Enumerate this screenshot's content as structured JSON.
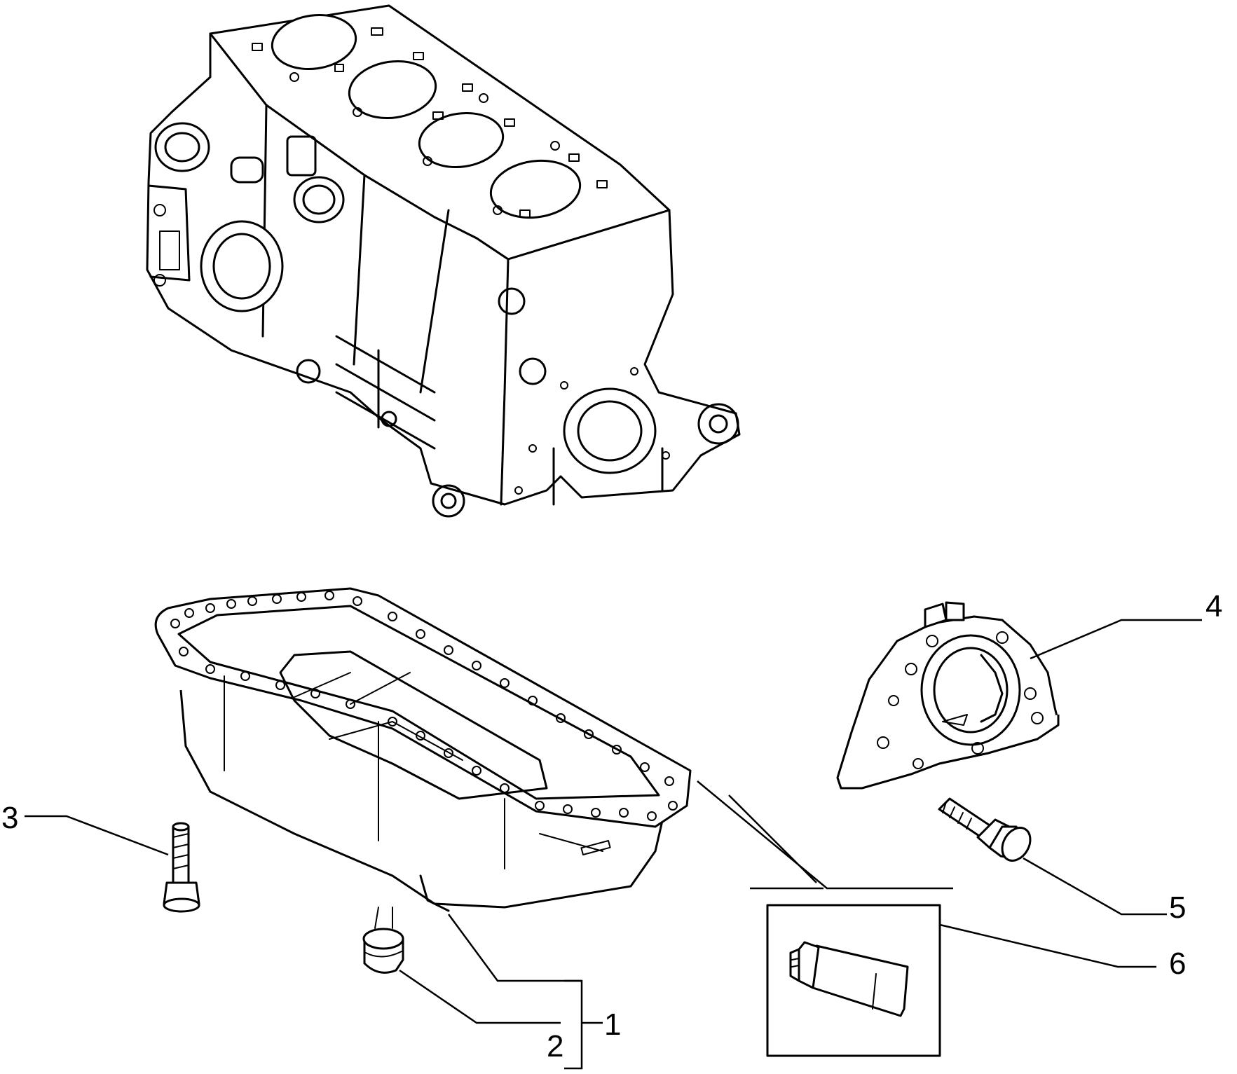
{
  "diagram": {
    "parts": [
      {
        "id": "engine-block"
      },
      {
        "id": "oil-sump"
      },
      {
        "id": "drain-plug"
      },
      {
        "id": "sump-bolt"
      },
      {
        "id": "rear-seal-cover"
      },
      {
        "id": "cover-bolt"
      },
      {
        "id": "sealant-tube"
      }
    ],
    "callouts": [
      {
        "key": "c1",
        "label": "1"
      },
      {
        "key": "c2",
        "label": "2"
      },
      {
        "key": "c3",
        "label": "3"
      },
      {
        "key": "c4",
        "label": "4"
      },
      {
        "key": "c5",
        "label": "5"
      },
      {
        "key": "c6",
        "label": "6"
      }
    ]
  }
}
